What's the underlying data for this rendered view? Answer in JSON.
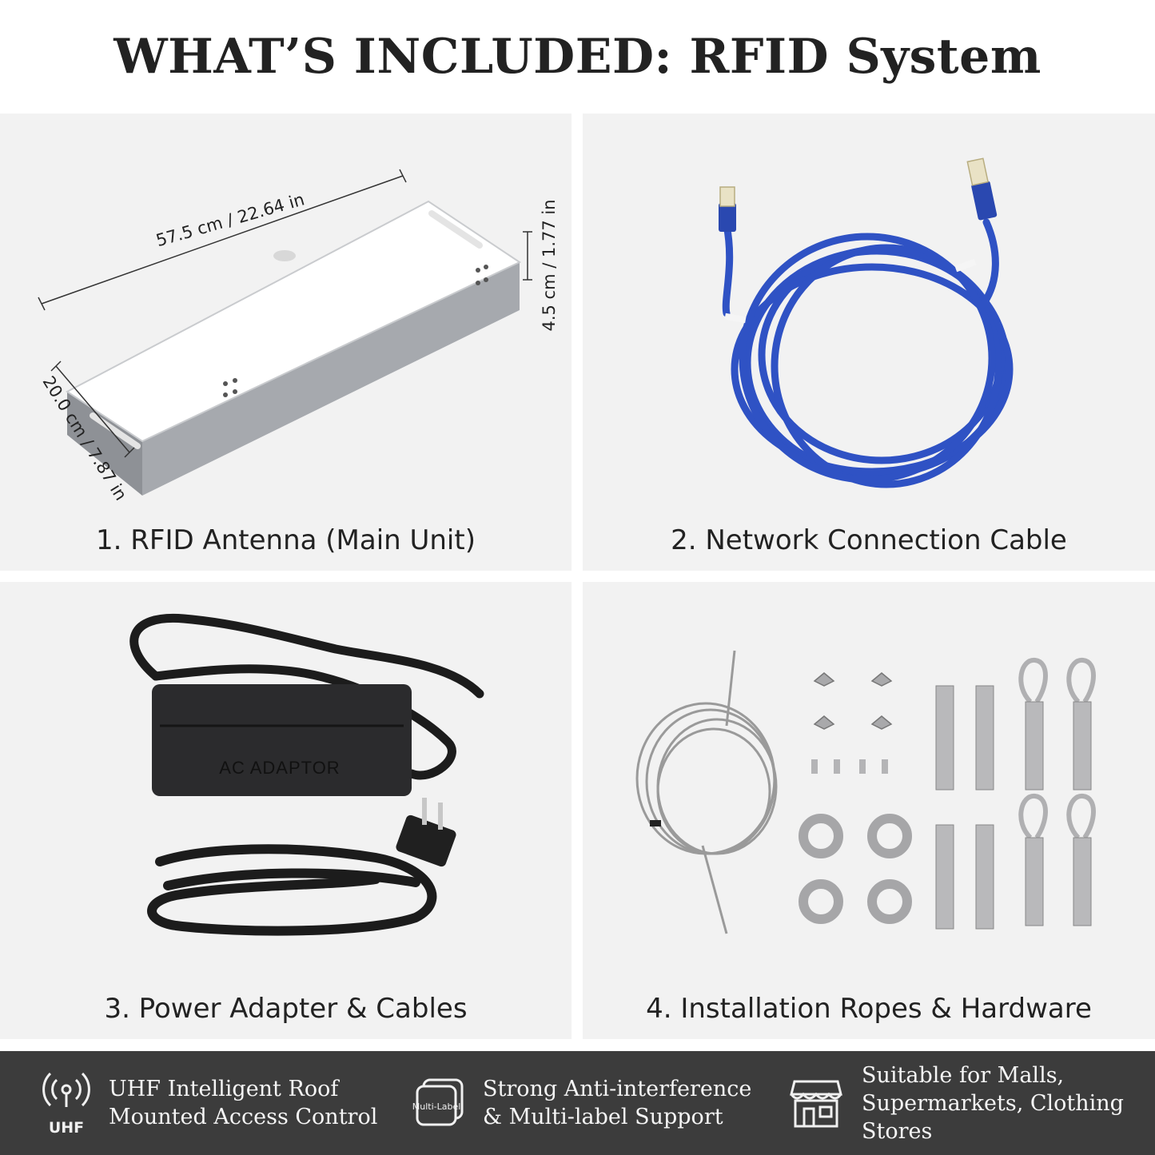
{
  "header": {
    "title": "WHAT’S INCLUDED: RFID System"
  },
  "panels": [
    {
      "caption": "1. RFID Antenna (Main Unit)",
      "dims": {
        "length": "57.5 cm / 22.64 in",
        "height": "4.5 cm / 1.77 in",
        "depth": "20.0 cm / 7.87 in"
      }
    },
    {
      "caption": "2. Network Connection Cable"
    },
    {
      "caption": "3. Power Adapter & Cables",
      "adapter_label": "AC ADAPTOR"
    },
    {
      "caption": "4. Installation Ropes & Hardware"
    }
  ],
  "footer": {
    "features": [
      {
        "icon": "uhf-antenna-icon",
        "icon_label": "UHF",
        "lines": [
          "UHF Intelligent Roof",
          "Mounted Access Control"
        ]
      },
      {
        "icon": "multi-label-icon",
        "icon_label": "Multi-Label",
        "lines": [
          "Strong Anti-interference",
          "& Multi-label Support"
        ]
      },
      {
        "icon": "store-icon",
        "lines": [
          "Suitable for Malls,",
          "Supermarkets, Clothing",
          "Stores"
        ]
      }
    ]
  },
  "colors": {
    "footer_bg": "#3c3c3c",
    "panel_bg": "#f2f2f2",
    "cable_blue": "#2f52c4"
  }
}
